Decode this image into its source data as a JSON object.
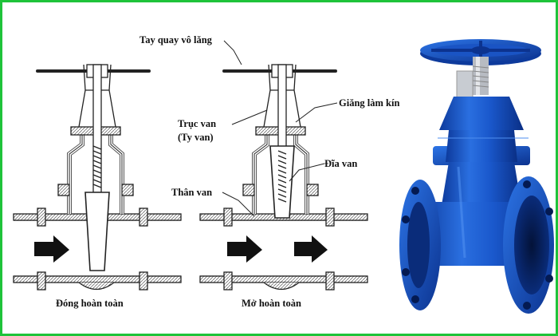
{
  "labels": {
    "handwheel": "Tay quay vô lăng",
    "seal": "Giăng làm kín",
    "stem_line1": "Trục van",
    "stem_line2": "(Ty van)",
    "disc": "Đĩa van",
    "body": "Thân van"
  },
  "captions": {
    "closed": "Đóng hoàn toàn",
    "open": "Mở hoàn toàn"
  },
  "colors": {
    "frame_border": "#1fc33a",
    "valve_blue": "#1555c8",
    "valve_dark": "#0b3590",
    "line": "#222222"
  }
}
